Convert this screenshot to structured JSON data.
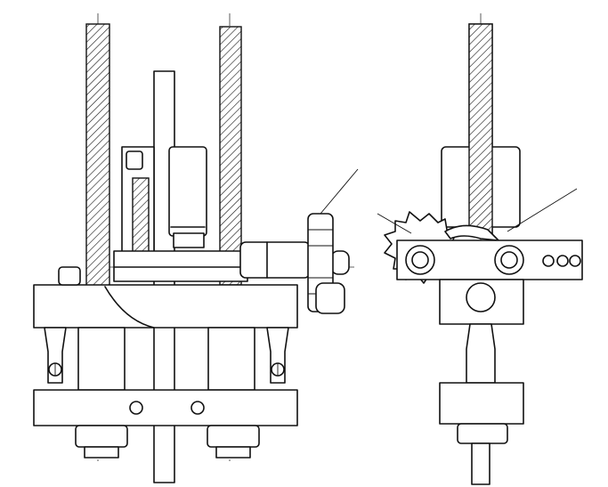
{
  "drawing": {
    "colors": {
      "ink": "#111111",
      "paper": "#ffffff"
    },
    "views": [
      {
        "id": "front-view",
        "parts": [
          "left-guide-column",
          "right-guide-column",
          "center-shaft",
          "motor-housing",
          "upper-plate",
          "lower-plate",
          "left-clamp-screw",
          "right-clamp-screw",
          "drive-shaft",
          "sprocket-gear",
          "bottom-nuts"
        ]
      },
      {
        "id": "side-view",
        "parts": [
          "guide-column",
          "motor-housing",
          "sprocket-gear",
          "pawl",
          "lever-arm",
          "upper-block",
          "lower-block",
          "stem"
        ]
      }
    ],
    "leader_lines": 2,
    "labels": []
  }
}
